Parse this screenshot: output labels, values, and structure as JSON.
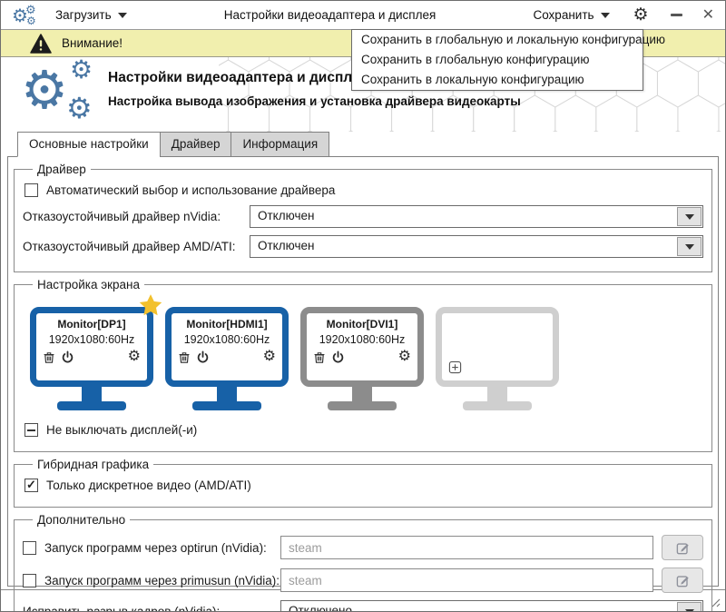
{
  "toolbar": {
    "load_label": "Загрузить",
    "title": "Настройки видеоадаптера и дисплея",
    "save_label": "Сохранить"
  },
  "warning": {
    "text": "Внимание!"
  },
  "save_menu": {
    "items": [
      "Сохранить в глобальную и локальную конфигурацию",
      "Сохранить в глобальную конфигурацию",
      "Сохранить в локальную конфигурацию"
    ]
  },
  "header": {
    "title": "Настройки видеоадаптера и дисплея",
    "subtitle": "Настройка вывода изображения и установка драйвера видеокарты"
  },
  "tabs": [
    {
      "label": "Основные настройки",
      "active": true
    },
    {
      "label": "Драйвер",
      "active": false
    },
    {
      "label": "Информация",
      "active": false
    }
  ],
  "driver_group": {
    "title": "Драйвер",
    "auto_checkbox": "Автоматический выбор и использование драйвера",
    "auto_checked": false,
    "nvidia_label": "Отказоустойчивый драйвер nVidia:",
    "nvidia_value": "Отключен",
    "amd_label": "Отказоустойчивый драйвер AMD/ATI:",
    "amd_value": "Отключен"
  },
  "screen_group": {
    "title": "Настройка экрана",
    "monitors": [
      {
        "name": "Monitor[DP1]",
        "mode": "1920x1080:60Hz",
        "state": "primary-starred"
      },
      {
        "name": "Monitor[HDMI1]",
        "mode": "1920x1080:60Hz",
        "state": "active"
      },
      {
        "name": "Monitor[DVI1]",
        "mode": "1920x1080:60Hz",
        "state": "inactive"
      },
      {
        "name": "",
        "mode": "",
        "state": "empty-add"
      }
    ],
    "keep_on_checkbox": "Не выключать дисплей(-и)",
    "keep_on_state": "indeterminate"
  },
  "hybrid_group": {
    "title": "Гибридная графика",
    "discrete_checkbox": "Только дискретное видео (AMD/ATI)",
    "discrete_checked": true
  },
  "extra_group": {
    "title": "Дополнительно",
    "optirun_label": "Запуск программ через optirun (nVidia):",
    "optirun_placeholder": "steam",
    "optirun_checked": false,
    "primusun_label": "Запуск программ через primusun (nVidia):",
    "primusun_placeholder": "steam",
    "primusun_checked": false,
    "tearing_label": "Исправить разрыв кадров (nVidia):",
    "tearing_value": "Отключено"
  },
  "colors": {
    "monitor_active": "#1761a7",
    "monitor_inactive": "#8c8c8c",
    "monitor_empty": "#cfcfcf",
    "star": "#f2c12e",
    "logo_blue": "#4a77a4",
    "warning_bg": "#f1efae",
    "tab_inactive_bg": "#d5d5d5"
  }
}
